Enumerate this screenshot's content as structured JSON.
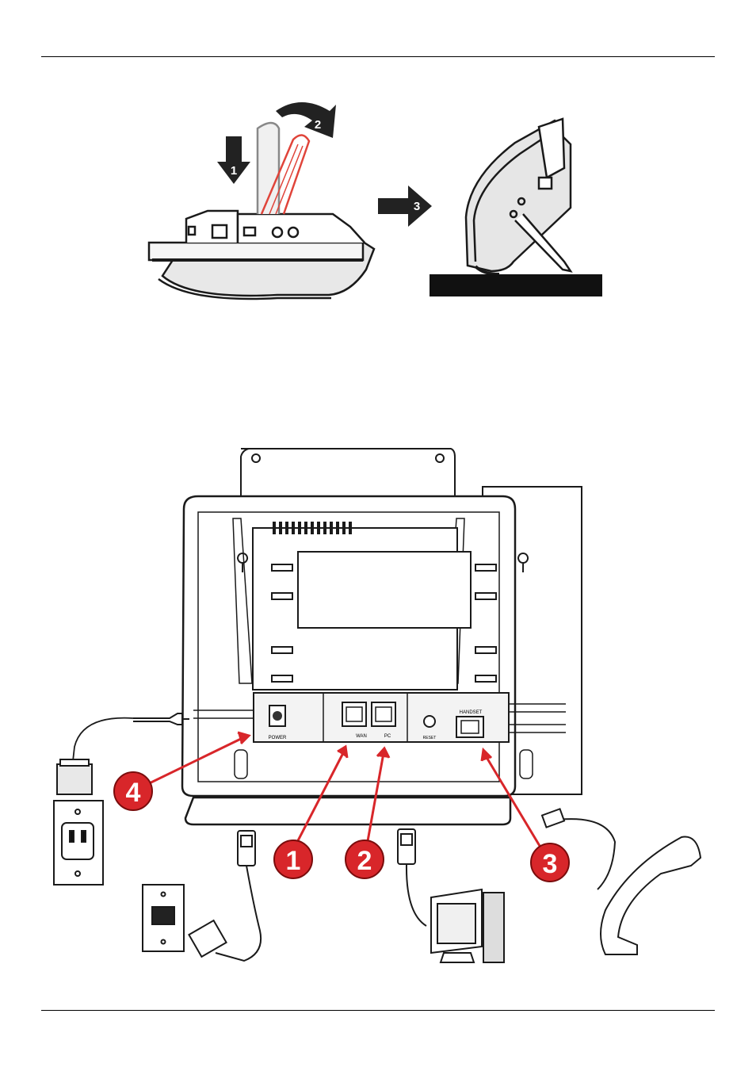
{
  "figure_top": {
    "step_labels": [
      "1",
      "2",
      "3"
    ]
  },
  "figure_bottom": {
    "port_labels": {
      "power": "POWER",
      "wan": "WAN",
      "pc": "PC",
      "reset": "RESET",
      "handset": "HANDSET"
    },
    "callout_labels": [
      "1",
      "2",
      "3",
      "4"
    ]
  },
  "colors": {
    "callout_red": "#d8262a",
    "stand_red": "#e0443a",
    "ink": "#1a1a1a"
  }
}
